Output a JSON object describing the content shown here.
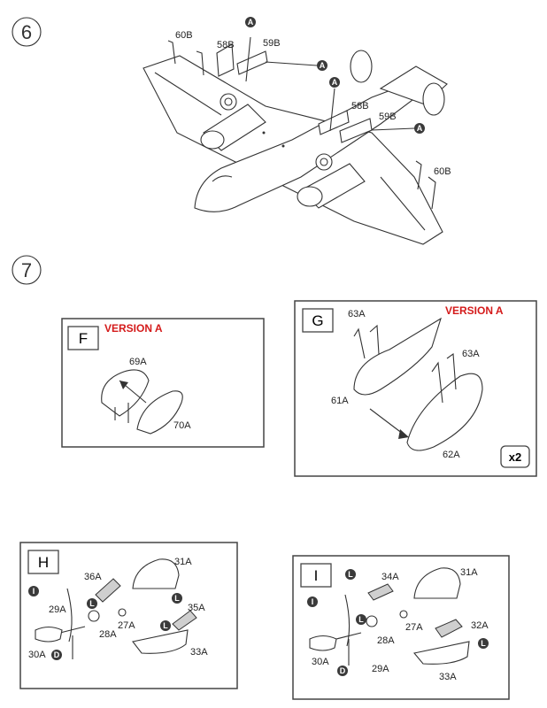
{
  "steps": [
    {
      "number": "6",
      "labels": [
        "60B",
        "58B",
        "59B",
        "58B",
        "59B",
        "60B"
      ],
      "markers": [
        "A",
        "A",
        "A",
        "A"
      ]
    },
    {
      "number": "7",
      "panels": [
        {
          "letter": "F",
          "version": "VERSION A",
          "parts": [
            "69A",
            "70A"
          ]
        },
        {
          "letter": "G",
          "version": "VERSION A",
          "parts": [
            "63A",
            "63A",
            "61A",
            "62A"
          ],
          "multiplier": "x2"
        },
        {
          "letter": "H",
          "parts": [
            "36A",
            "31A",
            "29A",
            "35A",
            "28A",
            "27A",
            "30A",
            "33A"
          ],
          "markers": [
            "L",
            "I",
            "L",
            "L",
            "D"
          ]
        },
        {
          "letter": "I",
          "parts": [
            "34A",
            "31A",
            "28A",
            "27A",
            "32A",
            "30A",
            "29A",
            "33A"
          ],
          "markers": [
            "L",
            "I",
            "L",
            "L",
            "D"
          ]
        }
      ]
    }
  ],
  "colors": {
    "version_label": "#d41a1a",
    "callout_marker": "#3a3a3a",
    "line": "#333333"
  },
  "icons": [
    "step-number-circle",
    "callout-marker-circle"
  ]
}
